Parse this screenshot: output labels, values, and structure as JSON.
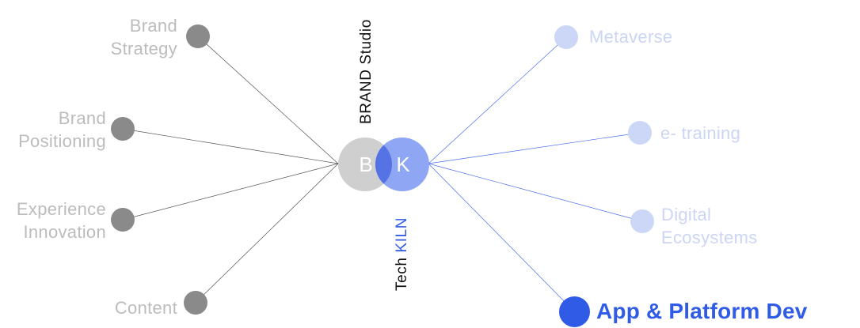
{
  "diagram": {
    "center": {
      "brand_circle_letter": "B",
      "tech_circle_letter": "K",
      "top_label": "BRAND Studio",
      "bottom_label_prefix": "Tech",
      "bottom_label_accent": "KILN"
    },
    "left_nodes": [
      {
        "line1": "Brand",
        "line2": "Strategy"
      },
      {
        "line1": "Brand",
        "line2": "Positioning"
      },
      {
        "line1": "Experience",
        "line2": "Innovation"
      },
      {
        "line1": "Content",
        "line2": ""
      }
    ],
    "right_nodes": [
      {
        "line1": "Metaverse",
        "line2": "",
        "active": false
      },
      {
        "line1": "e- training",
        "line2": "",
        "active": false
      },
      {
        "line1": "Digital",
        "line2": "Ecosystems",
        "active": false
      },
      {
        "line1": "App & Platform Dev",
        "line2": "",
        "active": true
      }
    ],
    "colors": {
      "brand_circle": "#cfcfcf",
      "tech_circle": "#8ea6f3",
      "overlap": "#5673e6",
      "left_dot": "#8a8a8a",
      "right_dot_inactive": "#ccd7f7",
      "right_dot_active": "#2f5be7",
      "accent": "#2f5be7"
    }
  }
}
